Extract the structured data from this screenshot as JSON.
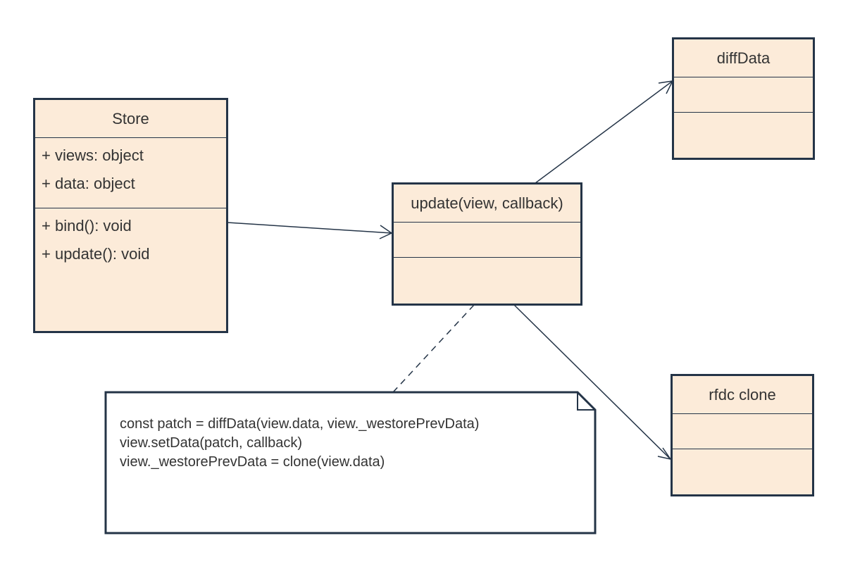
{
  "classes": {
    "store": {
      "name": "Store",
      "attributes": [
        "+ views: object",
        "+ data: object"
      ],
      "methods": [
        "+ bind(): void",
        "+ update(): void"
      ]
    },
    "update": {
      "name": "update(view, callback)"
    },
    "diffData": {
      "name": "diffData"
    },
    "rfdc": {
      "name": "rfdc clone"
    }
  },
  "note": {
    "lines": [
      "const patch = diffData(view.data, view._westorePrevData)",
      "view.setData(patch, callback)",
      "view._westorePrevData = clone(view.data)"
    ]
  },
  "colors": {
    "class_fill": "#fcebd9",
    "border": "#243447",
    "text": "#333333"
  }
}
